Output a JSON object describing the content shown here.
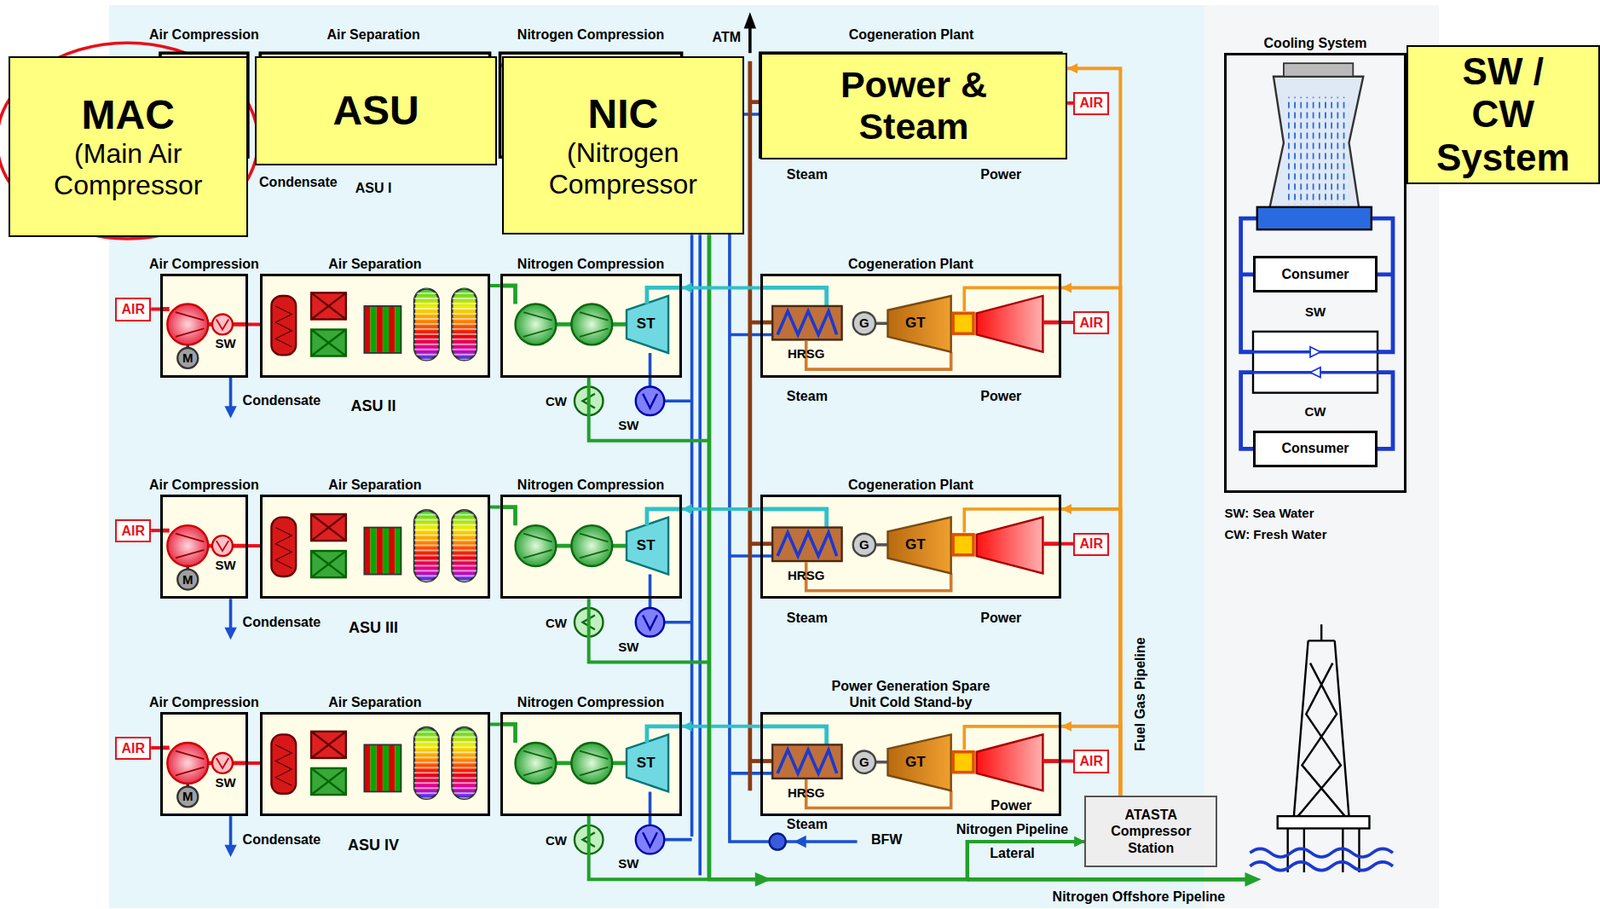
{
  "diagram": {
    "nodes": [
      {
        "text": [
          "MAC",
          "(Main Air Compressor"
        ]
      },
      {
        "text": [
          "ASU"
        ]
      },
      {
        "text": [
          "NIC",
          "(Nitrogen Compressor"
        ]
      },
      {
        "text": [
          "Power & Steam"
        ]
      },
      {
        "text": [
          "SW / CW System"
        ]
      },
      {
        "text": [
          "AIR"
        ]
      },
      {
        "text": [
          "Air Compression"
        ]
      },
      {
        "text": [
          "Air Separation"
        ]
      },
      {
        "text": [
          "Nitrogen Compression"
        ]
      },
      {
        "text": [
          "Cogeneration Plant"
        ]
      },
      {
        "text": [
          "AIR"
        ]
      },
      {
        "text": [
          "AIR"
        ]
      },
      {
        "text": [
          "Air Compression"
        ]
      },
      {
        "text": [
          "Air Separation"
        ]
      },
      {
        "text": [
          "Nitrogen Compression"
        ]
      },
      {
        "text": [
          "Cogeneration Plant"
        ]
      },
      {
        "text": [
          "AIR"
        ]
      },
      {
        "text": [
          "AIR"
        ]
      },
      {
        "text": [
          "Air Compression"
        ]
      },
      {
        "text": [
          "Air Separation"
        ]
      },
      {
        "text": [
          "Nitrogen Compression"
        ]
      },
      {
        "text": [
          "Power Generation Spare Unit Cold Stand-by"
        ]
      },
      {
        "text": [
          "AIR"
        ]
      },
      {
        "text": [
          "Cooling System"
        ]
      },
      {
        "text": [
          "Consumer"
        ],
        "in": 23
      },
      {
        "text": [
          "Consumer"
        ],
        "in": 23
      },
      {
        "text": [
          "ATASTA Compressor Station"
        ]
      },
      {
        "text": [
          "AIR"
        ]
      }
    ],
    "edges": [
      {
        "from": 5,
        "to": 6,
        "arrow": "none"
      },
      {
        "from": 6,
        "to": 7,
        "arrow": "none"
      },
      {
        "from": 7,
        "to": 8,
        "arrow": "none"
      },
      {
        "from": 10,
        "to": 9,
        "arrow": "none"
      },
      {
        "from": 9,
        "to": 8,
        "arrow": "to"
      },
      {
        "from": 11,
        "to": 12,
        "arrow": "none"
      },
      {
        "from": 12,
        "to": 13,
        "arrow": "none"
      },
      {
        "from": 13,
        "to": 14,
        "arrow": "none"
      },
      {
        "from": 16,
        "to": 15,
        "arrow": "none"
      },
      {
        "from": 15,
        "to": 14,
        "arrow": "to"
      },
      {
        "from": 17,
        "to": 18,
        "arrow": "none"
      },
      {
        "from": 18,
        "to": 19,
        "arrow": "none"
      },
      {
        "from": 19,
        "to": 20,
        "arrow": "none"
      },
      {
        "from": 22,
        "to": 21,
        "arrow": "none"
      },
      {
        "from": 21,
        "to": 20,
        "arrow": "to"
      },
      {
        "from": 27,
        "to": 3,
        "arrow": "none"
      },
      {
        "from": 8,
        "to": 26,
        "arrow": "to"
      },
      {
        "from": 14,
        "to": 26,
        "arrow": "to"
      },
      {
        "from": 20,
        "to": 26,
        "arrow": "to"
      },
      {
        "from": 26,
        "to": 3,
        "arrow": "to"
      },
      {
        "from": 26,
        "to": 9,
        "arrow": "to"
      },
      {
        "from": 26,
        "to": 15,
        "arrow": "to"
      },
      {
        "from": 26,
        "to": 21,
        "arrow": "to"
      }
    ],
    "labels": [
      "Air Compression",
      "Air Separation",
      "Nitrogen Compression",
      "ATM",
      "Cogeneration Plant",
      "Condensate",
      "ASU I",
      "Steam",
      "Power",
      "SW",
      "M",
      "Condensate",
      "ASU II",
      "ST",
      "CW",
      "SW",
      "HRSG",
      "G",
      "GT",
      "Steam",
      "Power",
      "SW",
      "M",
      "Condensate",
      "ASU III",
      "ST",
      "CW",
      "SW",
      "HRSG",
      "G",
      "GT",
      "Steam",
      "Power",
      "SW",
      "M",
      "Condensate",
      "ASU IV",
      "ST",
      "CW",
      "SW",
      "HRSG",
      "G",
      "GT",
      "Steam",
      "Power",
      "SW",
      "CW",
      "SW: Sea Water",
      "CW: Fresh Water",
      "BFW",
      "Nitrogen Pipeline",
      "Lateral",
      "Nitrogen Offshore Pipeline",
      "Fuel Gas Pipeline"
    ]
  }
}
